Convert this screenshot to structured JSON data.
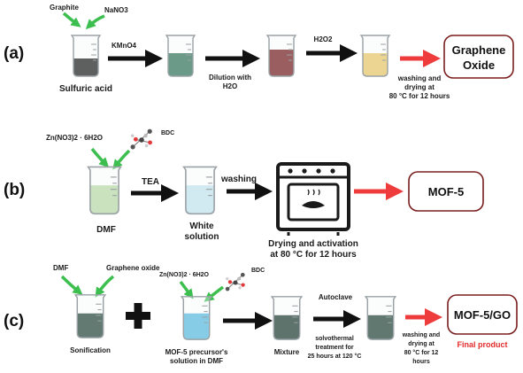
{
  "colors": {
    "red_arrow": "#ee3b3b",
    "box_border": "#7a1e1e",
    "green_arrow": "#3cbf4f",
    "final_product": "#e32b2b"
  },
  "row_a": {
    "label": "(a)",
    "reagent_1": "Graphite",
    "reagent_2": "NaNO3",
    "beaker_1_label": "Sulfuric acid",
    "step_1": "KMnO4",
    "step_2_line1": "Dilution with",
    "step_2_line2": "H2O",
    "step_3": "H2O2",
    "final_note_line1": "washing and",
    "final_note_line2": "drying at",
    "final_note_line3": "80 °C for 12 hours",
    "product_line1": "Graphene",
    "product_line2": "Oxide"
  },
  "row_b": {
    "label": "(b)",
    "reagent_1": "Zn(NO3)2 · 6H2O",
    "reagent_2": "BDC",
    "beaker_1_label": "DMF",
    "step_1": "TEA",
    "beaker_2_line1": "White",
    "beaker_2_line2": "solution",
    "step_2": "washing",
    "oven_line1": "Drying and activation",
    "oven_line2": "at 80 °C for 12 hours",
    "product": "MOF-5"
  },
  "row_c": {
    "label": "(c)",
    "reagent_1": "DMF",
    "reagent_2": "Graphene oxide",
    "beaker_1_label": "Sonification",
    "plus": "+",
    "reagent_3": "Zn(NO3)2 · 6H2O",
    "reagent_4": "BDC",
    "beaker_2_line1": "MOF-5 precursor's",
    "beaker_2_line2": "solution in DMF",
    "beaker_3_label": "Mixture",
    "step_1": "Autoclave",
    "step_1_note_line1": "solvothermal",
    "step_1_note_line2": "treatment for",
    "step_1_note_line3": "25 hours at 120 °C",
    "final_note_line1": "washing and",
    "final_note_line2": "drying at",
    "final_note_line3": "80 °C for 12",
    "final_note_line4": "hours",
    "product": "MOF-5/GO",
    "product_caption": "Final product"
  }
}
